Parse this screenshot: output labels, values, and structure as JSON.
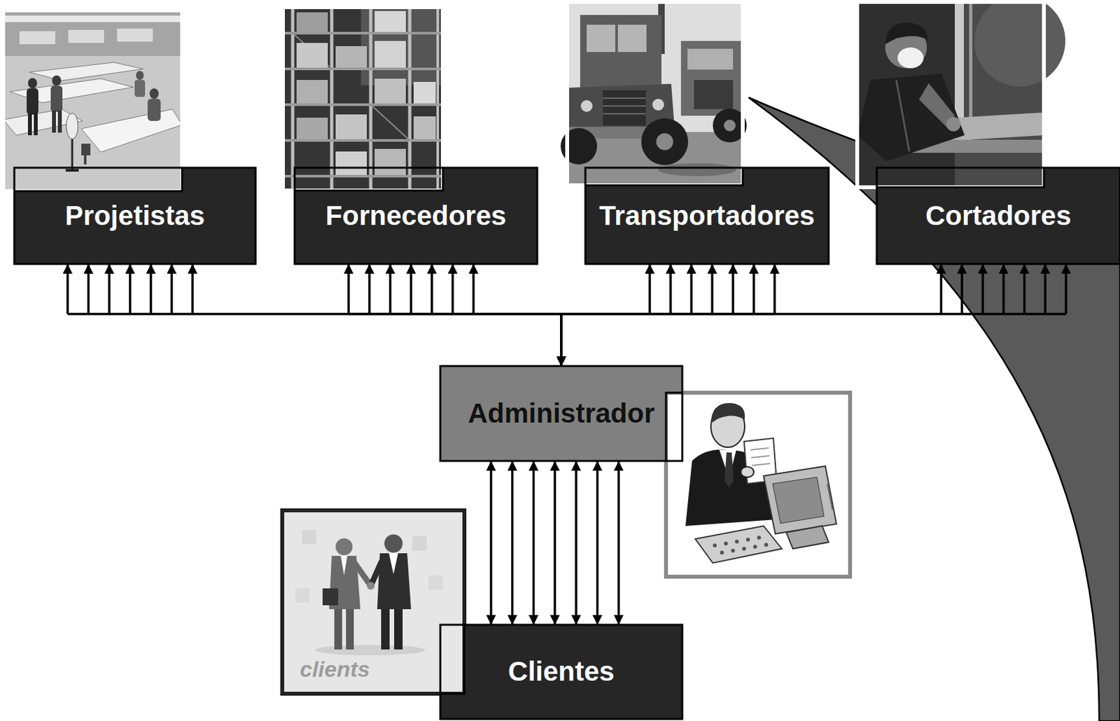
{
  "diagram": {
    "nodes": [
      {
        "text": [
          "Projetistas"
        ]
      },
      {
        "text": [
          "Fornecedores"
        ]
      },
      {
        "text": [
          "Transportadores"
        ]
      },
      {
        "text": [
          "Cortadores"
        ]
      },
      {
        "text": [
          "Administrador"
        ]
      },
      {
        "text": [
          "Clientes"
        ]
      }
    ],
    "edges": [
      {
        "from": 4,
        "to": 0,
        "arrow": "both"
      },
      {
        "from": 4,
        "to": 1,
        "arrow": "both"
      },
      {
        "from": 4,
        "to": 2,
        "arrow": "both"
      },
      {
        "from": 4,
        "to": 3,
        "arrow": "both"
      },
      {
        "from": 4,
        "to": 5,
        "arrow": "both"
      }
    ],
    "labels": [
      "clients"
    ]
  }
}
